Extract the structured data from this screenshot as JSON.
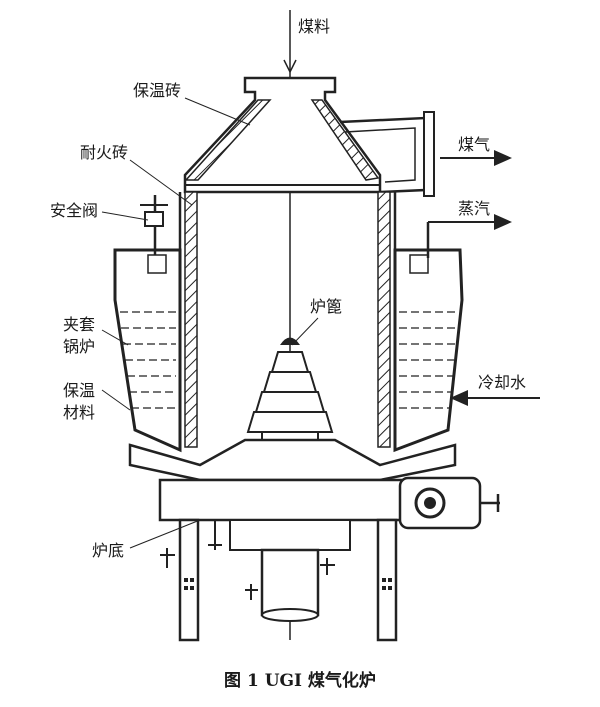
{
  "labels": {
    "coal_feed": "煤料",
    "insulating_brick": "保温砖",
    "refractory_brick": "耐火砖",
    "safety_valve": "安全阀",
    "jacket_boiler_1": "夹套",
    "jacket_boiler_2": "锅炉",
    "insulation_material_1": "保温",
    "insulation_material_2": "材料",
    "grate": "炉篦",
    "furnace_bottom": "炉底",
    "gas_out": "煤气",
    "steam_out": "蒸汽",
    "cooling_water": "冷却水"
  },
  "caption": "图 1   UGI 煤气化炉"
}
